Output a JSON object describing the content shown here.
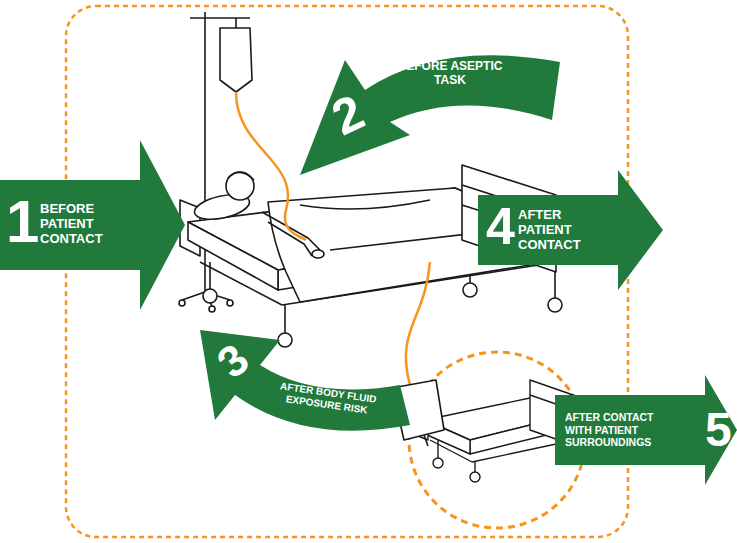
{
  "diagram": {
    "nodes": [
      {
        "text": [
          "1",
          "BEFORE PATIENT CONTACT"
        ]
      },
      {
        "text": [
          "2",
          "BEFORE ASEPTIC TASK"
        ]
      },
      {
        "text": [
          "3",
          "AFTER BODY FLUID EXPOSURE RISK"
        ]
      },
      {
        "text": [
          "4",
          "AFTER PATIENT CONTACT"
        ]
      },
      {
        "text": [
          "5",
          "AFTER CONTACT WITH PATIENT SURROUNDINGS"
        ]
      }
    ]
  }
}
